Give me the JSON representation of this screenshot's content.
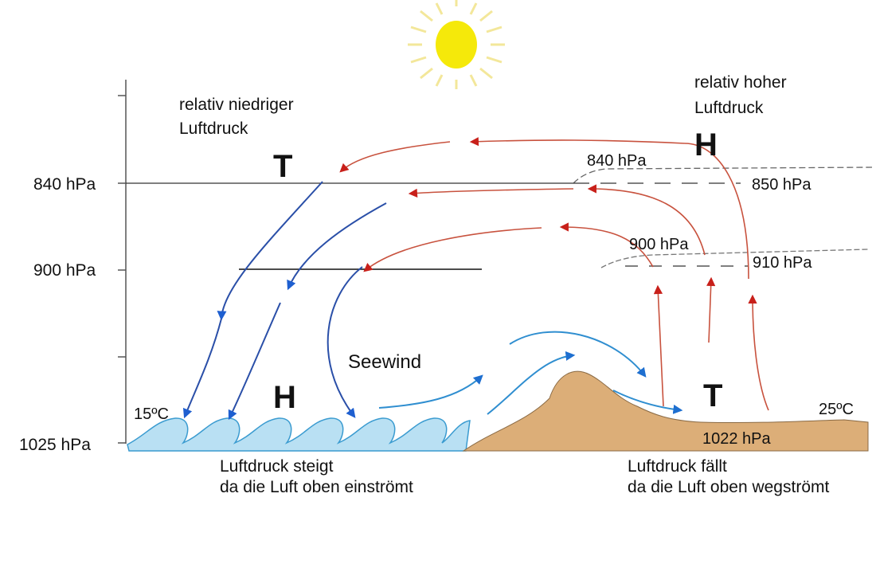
{
  "axis": {
    "labels": [
      "840 hPa",
      "900 hPa",
      "1025 hPa"
    ]
  },
  "left_region": {
    "title_line1": "relativ niedriger",
    "title_line2": "Luftdruck",
    "upper_symbol": "T",
    "surface_symbol": "H",
    "temperature": "15ºC",
    "caption_line1": "Luftdruck steigt",
    "caption_line2": "da die Luft oben einströmt"
  },
  "right_region": {
    "title_line1": "relativ hoher",
    "title_line2": "Luftdruck",
    "upper_symbol": "H",
    "surface_symbol": "T",
    "temperature": "25ºC",
    "surface_pressure": "1022 hPa",
    "isobar_labels": [
      "840 hPa",
      "850 hPa",
      "900 hPa",
      "910 hPa"
    ],
    "caption_line1": "Luftdruck fällt",
    "caption_line2": "da die Luft oben wegströmt"
  },
  "wind_label": "Seewind",
  "colors": {
    "sun": "#f5e90a",
    "sun_rays": "#f3e79a",
    "water": "#b9e0f3",
    "water_edge": "#3a9bd0",
    "land": "#dcae78",
    "cold_air": "#2a4fa8",
    "cold_arrowhead": "#1e5fd0",
    "warm_air": "#c8523e",
    "warm_arrowhead": "#c8201a",
    "sea_breeze": "#2f8ed0"
  }
}
